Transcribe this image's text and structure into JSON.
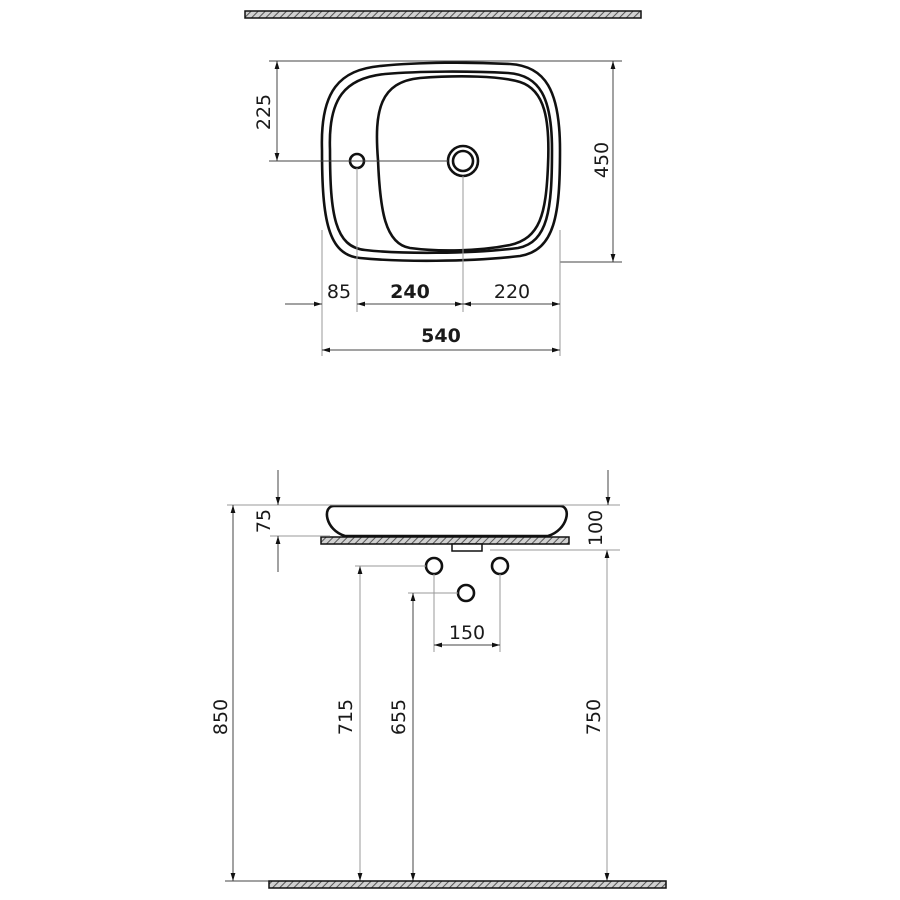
{
  "drawing": {
    "title": "Countertop washbasin technical drawing",
    "units": "mm",
    "colors": {
      "line": "#111111",
      "extension": "#999999",
      "hatch": "#777777",
      "background": "#ffffff"
    }
  },
  "top_view": {
    "dimensions": {
      "tap_hole_from_top": "225",
      "depth": "450",
      "tap_hole_from_left": "85",
      "tap_to_drain": "240",
      "drain_to_right": "220",
      "width": "540"
    }
  },
  "side_view": {
    "dimensions": {
      "bowl_height": "75",
      "total_height_with_counter": "100",
      "supply_spacing": "150",
      "top_from_floor": "850",
      "supply_height": "715",
      "waste_height": "655",
      "counter_height": "750"
    }
  }
}
